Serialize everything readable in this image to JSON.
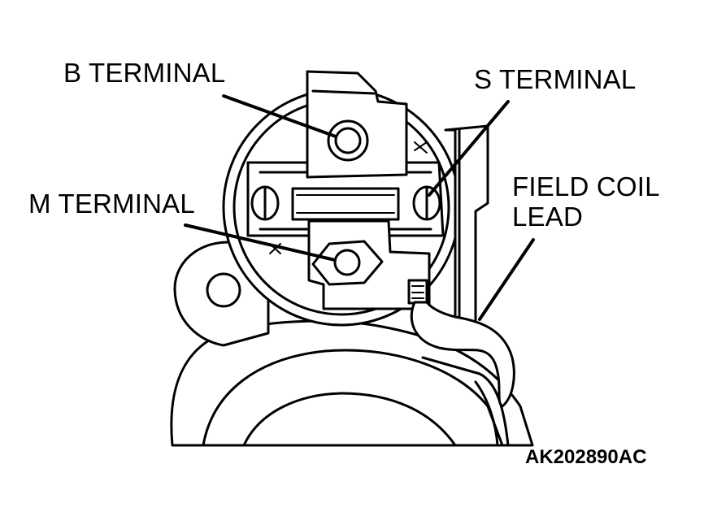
{
  "labels": {
    "b_terminal": "B TERMINAL",
    "s_terminal": "S TERMINAL",
    "m_terminal": "M TERMINAL",
    "field_coil_line1": "FIELD COIL",
    "field_coil_line2": "LEAD"
  },
  "figure_code": "AK202890AC"
}
